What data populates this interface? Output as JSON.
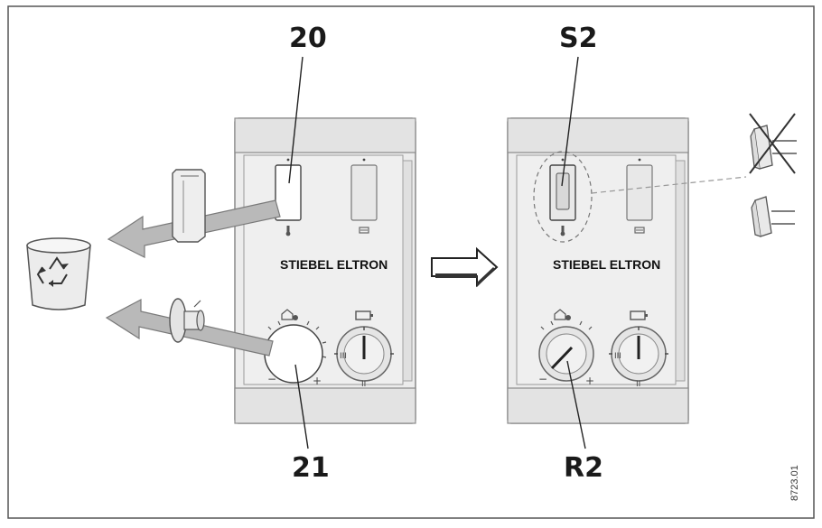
{
  "callouts": {
    "left_top": "20",
    "left_bottom": "21",
    "right_top": "S2",
    "right_bottom": "R2"
  },
  "brand": {
    "left": "STIEBEL ELTRON",
    "right": "STIEBEL ELTRON"
  },
  "document_number": "8723.01",
  "colors": {
    "frame": "#555555",
    "housing": "#ececec",
    "housing_stroke": "#8a8a8a",
    "arrow_fill": "#b9b9b9",
    "arrow_stroke": "#7a7a7a"
  },
  "icons": [
    "recycle-bin-icon",
    "thermometer-icon",
    "heating-icon",
    "battery-heater-icon",
    "switch-crossed-icon",
    "switch-icon",
    "flow-arrow-icon",
    "clip-part-icon",
    "knob-part-icon"
  ]
}
